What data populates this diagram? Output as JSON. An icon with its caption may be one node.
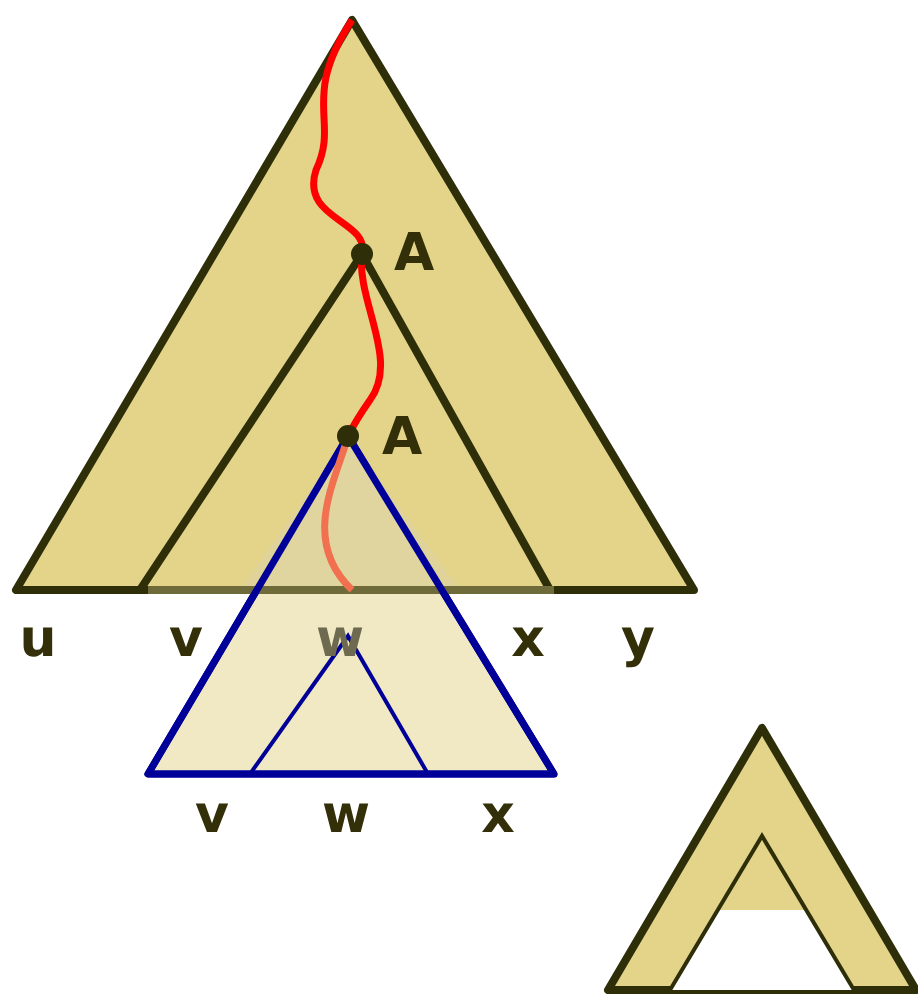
{
  "diagram": {
    "labels": [
      "A",
      "A",
      "u",
      "v",
      "w",
      "x",
      "y",
      "v",
      "w",
      "x"
    ]
  }
}
